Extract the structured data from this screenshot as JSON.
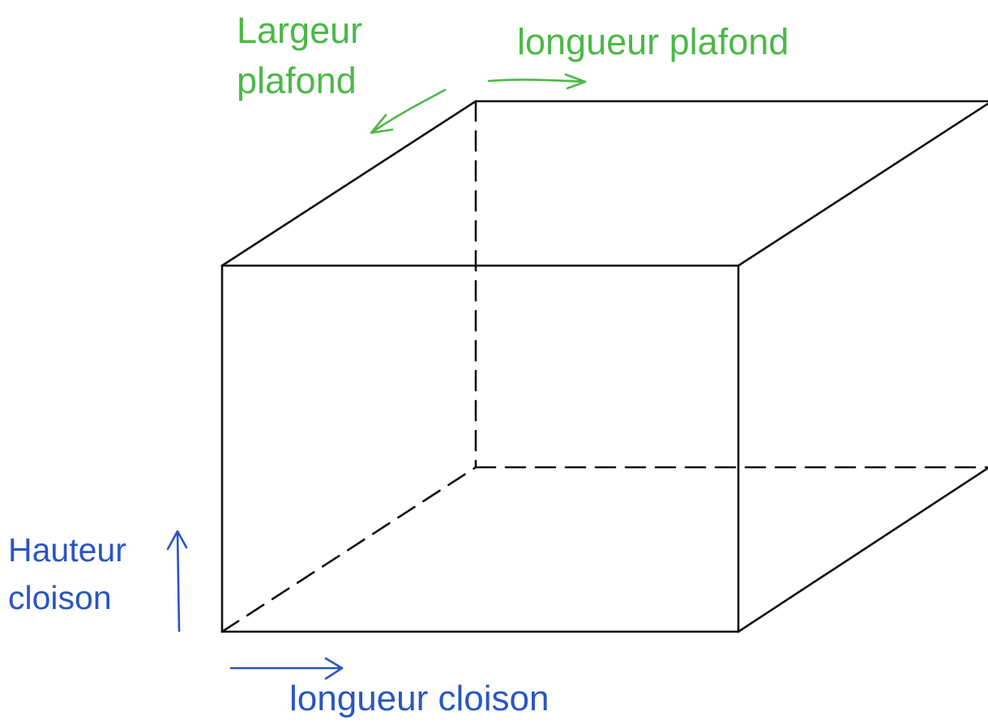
{
  "labels": {
    "largeur_plafond_line1": "Largeur",
    "largeur_plafond_line2": "plafond",
    "longueur_plafond": "longueur plafond",
    "hauteur_cloison_line1": "Hauteur",
    "hauteur_cloison_line2": "cloison",
    "longueur_cloison": "longueur cloison"
  },
  "colors": {
    "edges": "#111111",
    "ceiling_annotations": "#4cb848",
    "wall_annotations": "#2a56c2",
    "background": "#ffffff"
  }
}
